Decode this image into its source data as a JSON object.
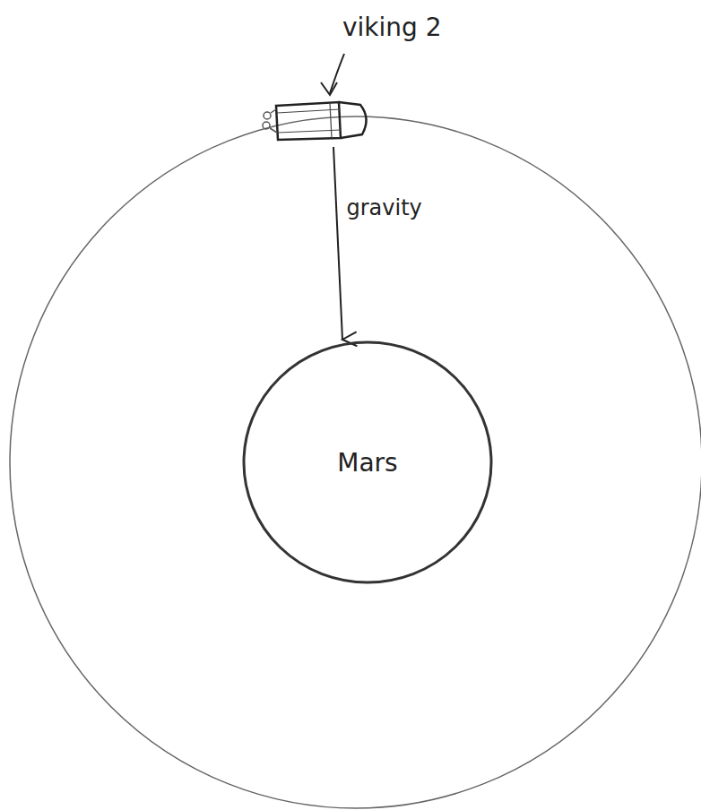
{
  "diagram": {
    "nodes": [
      {
        "text": [
          "viking 2"
        ]
      },
      {
        "text": [
          "Mars"
        ]
      }
    ],
    "edges": [
      {
        "from": 0,
        "to": 1,
        "label": "gravity",
        "arrow": "to"
      }
    ]
  }
}
